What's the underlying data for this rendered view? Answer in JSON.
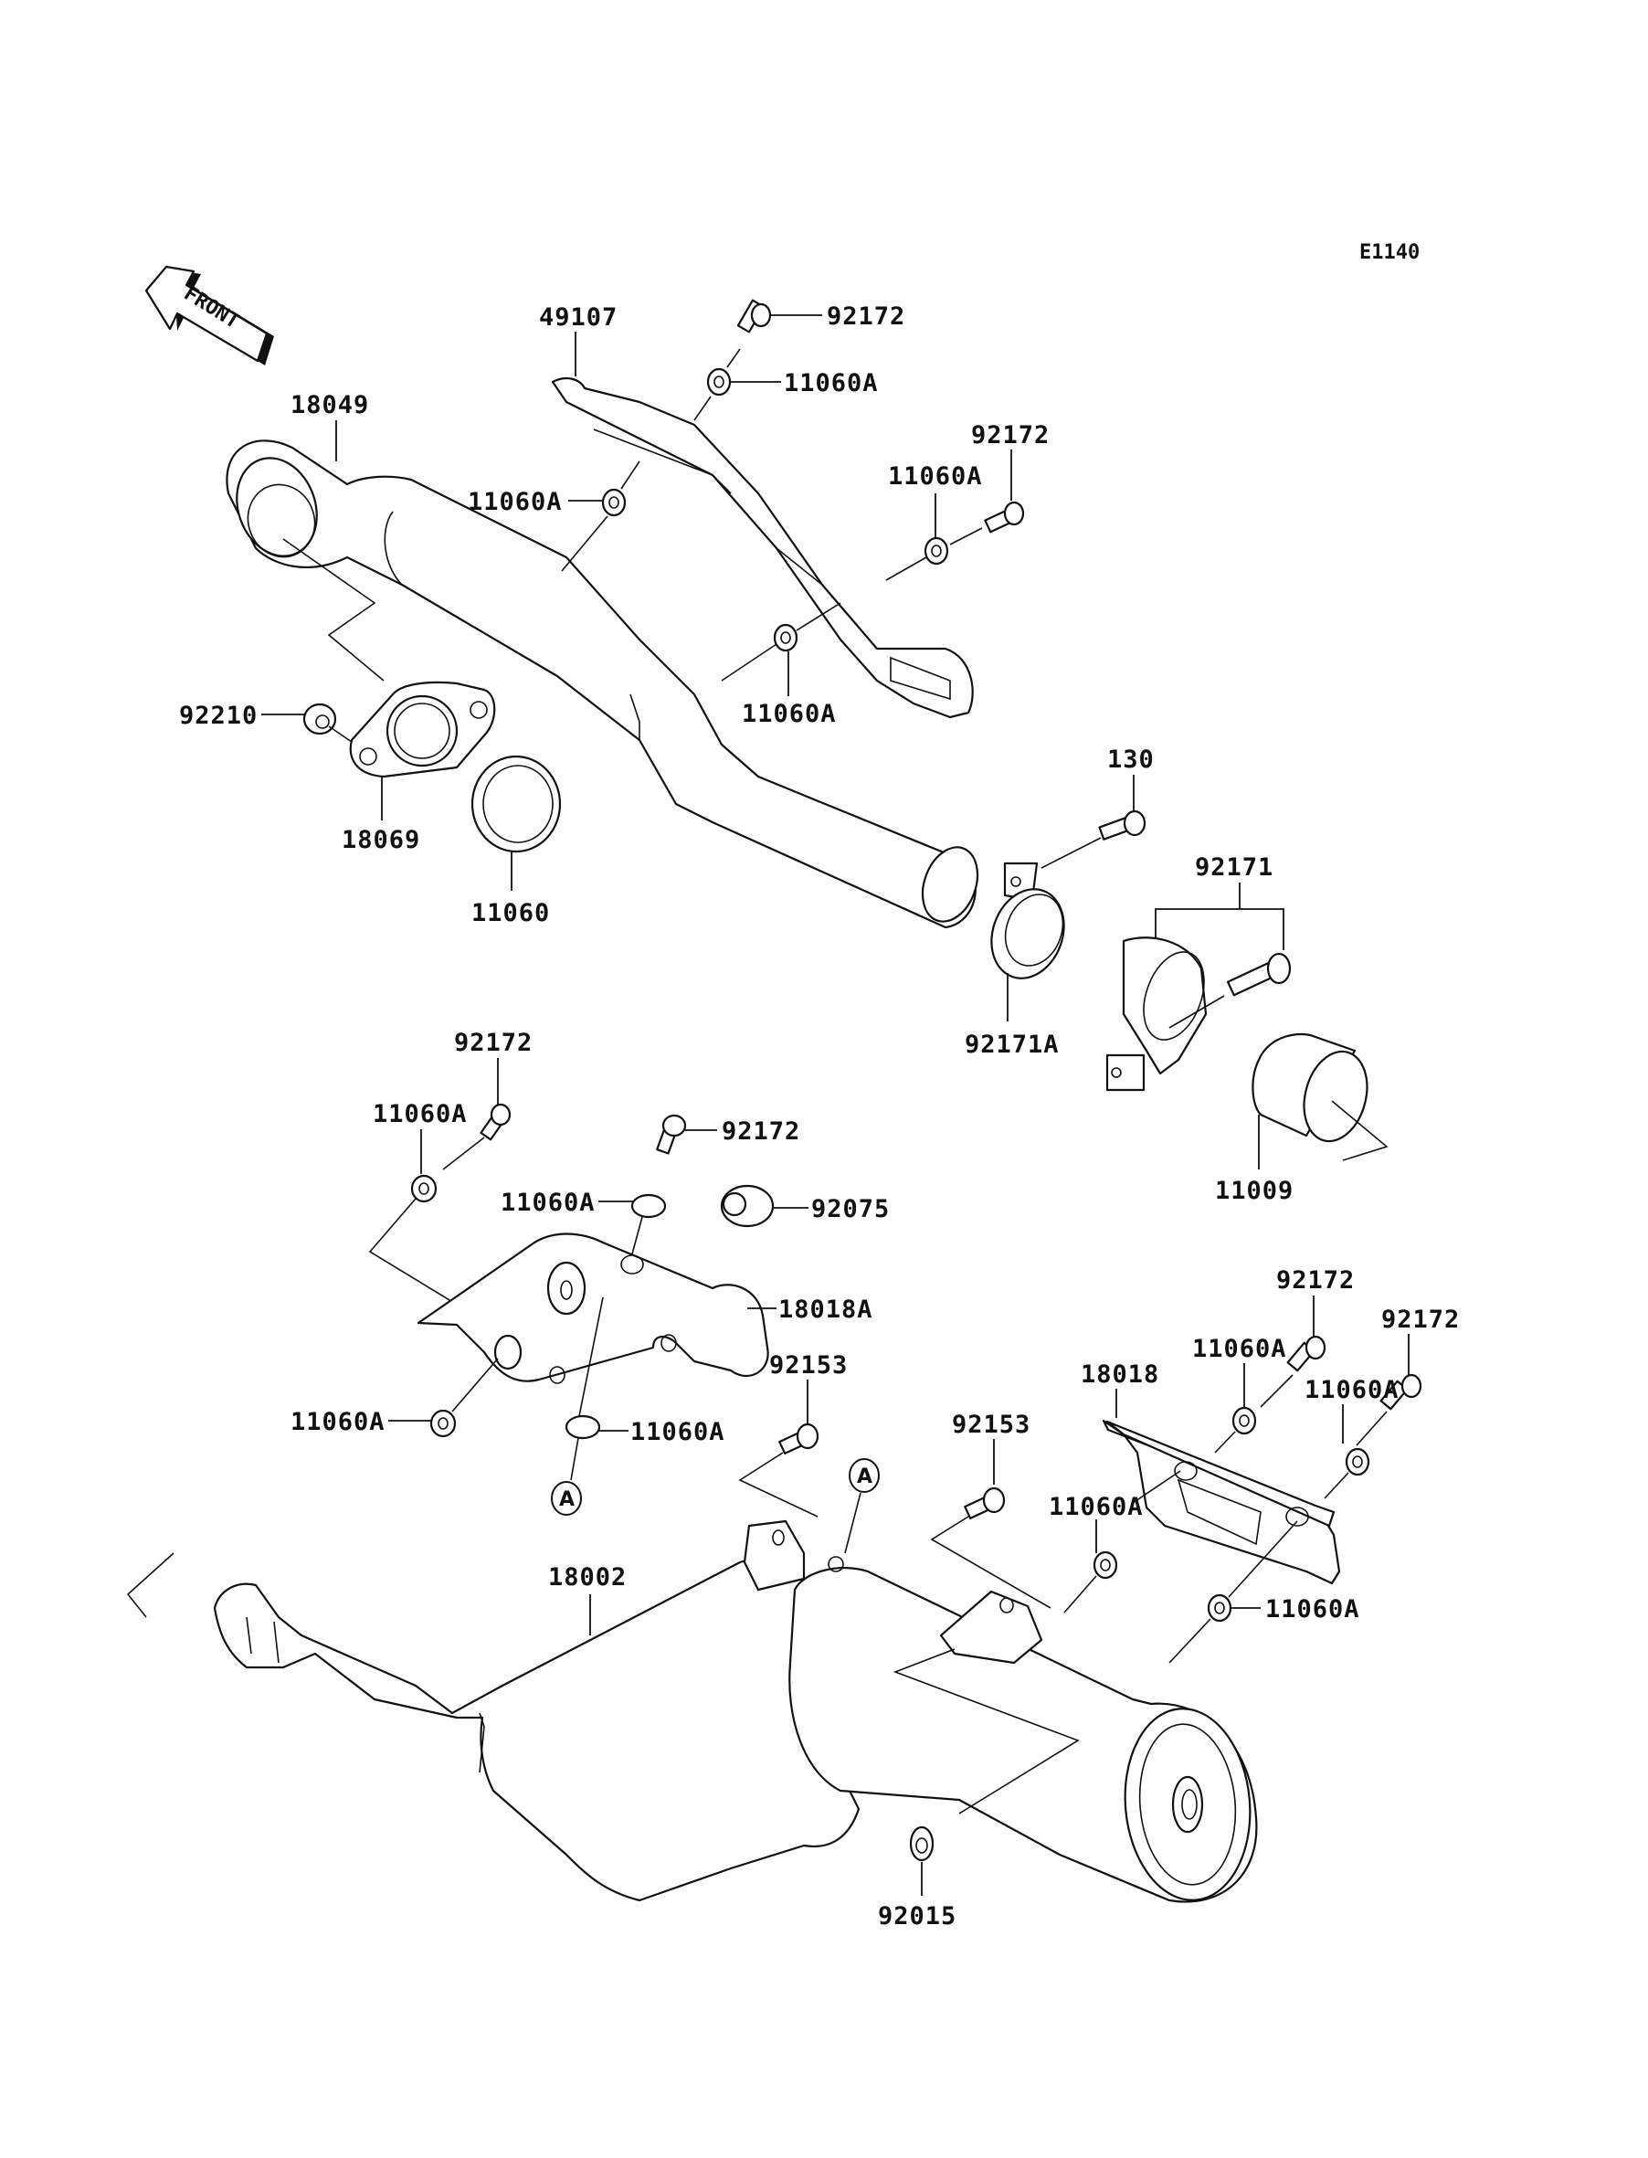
{
  "diagram": {
    "code": "E1140",
    "direction_label": "FRONT",
    "reference_marker": "A",
    "parts": {
      "p49107": "49107",
      "p92172_top": "92172",
      "p11060A_top": "11060A",
      "p18049": "18049",
      "p92172_right": "92172",
      "p11060A_right": "11060A",
      "p11060A_mid": "11060A",
      "p11060A_lower": "11060A",
      "p92210": "92210",
      "p18069": "18069",
      "p11060": "11060",
      "p130": "130",
      "p92171": "92171",
      "p92171A": "92171A",
      "p11009": "11009",
      "p92172_b1": "92172",
      "p11060A_b1": "11060A",
      "p92172_b2": "92172",
      "p11060A_b2": "11060A",
      "p92075": "92075",
      "p18018A": "18018A",
      "p11060A_b3": "11060A",
      "p11060A_b4": "11060A",
      "p92153_a": "92153",
      "p92153_b": "92153",
      "p18018": "18018",
      "p92172_c1": "92172",
      "p92172_c2": "92172",
      "p11060A_c1": "11060A",
      "p11060A_c2": "11060A",
      "p11060A_c3": "11060A",
      "p11060A_c4": "11060A",
      "p18002": "18002",
      "p92015": "92015"
    }
  }
}
